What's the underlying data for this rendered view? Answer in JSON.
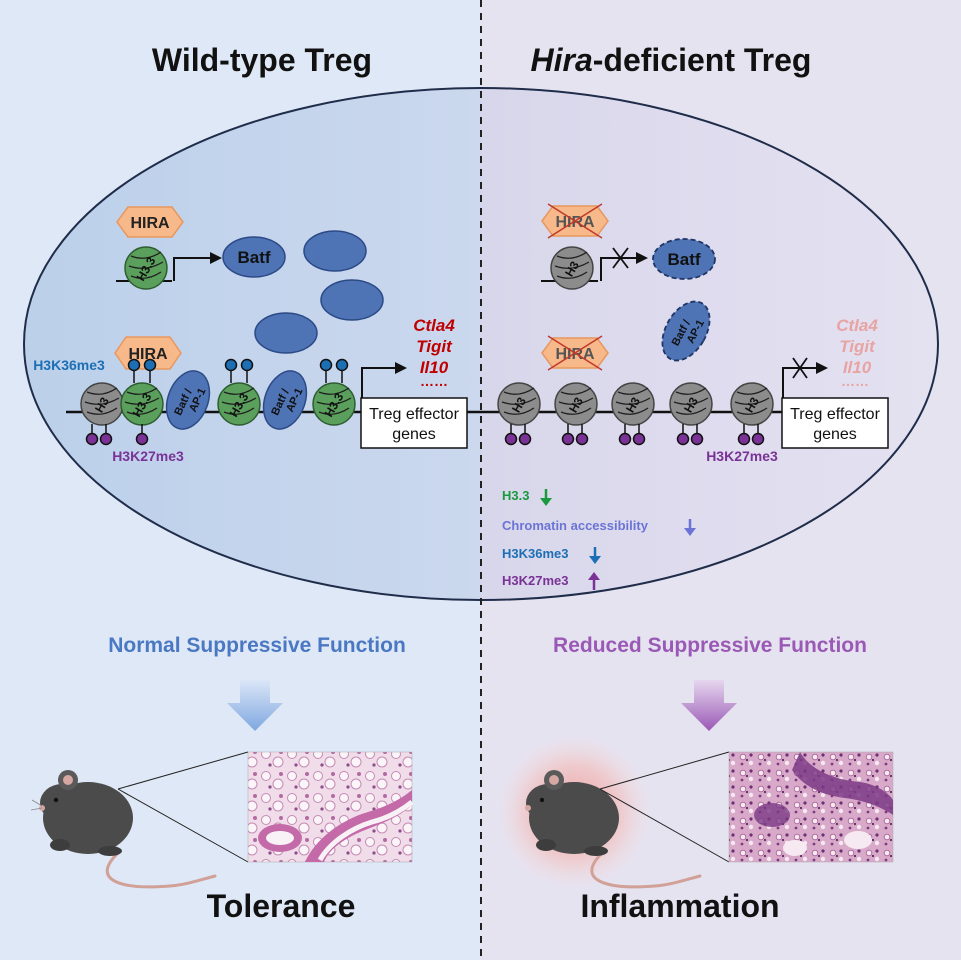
{
  "panels": {
    "left_title": "Wild-type Treg",
    "right_title_italic": "Hira",
    "right_title_rest": "-deficient Treg"
  },
  "labels": {
    "hira": "HIRA",
    "h33": "H3.3",
    "h3": "H3",
    "batf": "Batf",
    "batf_ap1_line1": "Batf /",
    "batf_ap1_line2": "AP-1",
    "h3k36me3": "H3K36me3",
    "h3k27me3": "H3K27me3",
    "effector_line1": "Treg effector",
    "effector_line2": "genes",
    "genes": [
      "Ctla4",
      "Tigit",
      "Il10"
    ],
    "dots": "……"
  },
  "changes": [
    {
      "label": "H3.3",
      "direction": "down",
      "color": "#1a9a3f"
    },
    {
      "label": "Chromatin accessibility",
      "direction": "down",
      "color": "#6b74d6"
    },
    {
      "label": "H3K36me3",
      "direction": "down",
      "color": "#1c6fb5"
    },
    {
      "label": "H3K27me3",
      "direction": "up",
      "color": "#7a3296"
    }
  ],
  "functions": {
    "left": "Normal Suppressive Function",
    "right": "Reduced Suppressive Function"
  },
  "outcomes": {
    "left": "Tolerance",
    "right": "Inflammation"
  },
  "colors": {
    "left_bg": "#dfe8f6",
    "right_bg": "#e6e3f1",
    "hira_orange": "#f7b88a",
    "h33_green": "#5aa05c",
    "h3_gray": "#8c8c8c",
    "batf_blue": "#4e74b6",
    "k36_blue": "#1c6fb5",
    "k27_purple": "#7a3296",
    "gene_red": "#c00000",
    "gene_faded": "#e8a3a3",
    "left_func": "#4a78c2",
    "right_func": "#9a59b5"
  }
}
